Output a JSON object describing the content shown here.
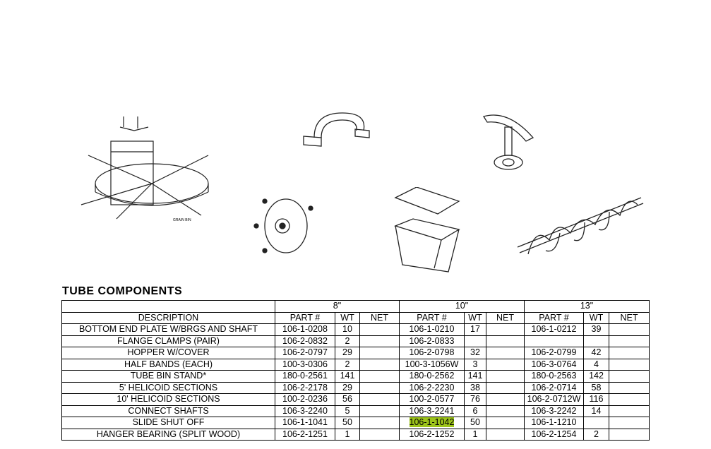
{
  "title": "TUBE COMPONENTS",
  "illustration_label": "GRAIN BIN",
  "highlight_color": "#9dc41a",
  "sizes": [
    "8\"",
    "10\"",
    "13\""
  ],
  "columns": {
    "description": "DESCRIPTION",
    "part": "PART #",
    "wt": "WT",
    "net": "NET"
  },
  "rows": [
    {
      "desc": "BOTTOM END PLATE W/BRGS AND SHAFT",
      "s8": {
        "part": "106-1-0208",
        "wt": "10"
      },
      "s10": {
        "part": "106-1-0210",
        "wt": "17"
      },
      "s13": {
        "part": "106-1-0212",
        "wt": "39"
      }
    },
    {
      "desc": "FLANGE CLAMPS (PAIR)",
      "s8": {
        "part": "106-2-0832",
        "wt": "2"
      },
      "s10": {
        "part": "106-2-0833",
        "wt": ""
      },
      "s13": {
        "part": "",
        "wt": ""
      }
    },
    {
      "desc": "HOPPER W/COVER",
      "s8": {
        "part": "106-2-0797",
        "wt": "29"
      },
      "s10": {
        "part": "106-2-0798",
        "wt": "32"
      },
      "s13": {
        "part": "106-2-0799",
        "wt": "42"
      }
    },
    {
      "desc": "HALF BANDS (EACH)",
      "s8": {
        "part": "100-3-0306",
        "wt": "2"
      },
      "s10": {
        "part": "100-3-1056W",
        "wt": "3"
      },
      "s13": {
        "part": "106-3-0764",
        "wt": "4"
      }
    },
    {
      "desc": "TUBE BIN STAND*",
      "s8": {
        "part": "180-0-2561",
        "wt": "141"
      },
      "s10": {
        "part": "180-0-2562",
        "wt": "141"
      },
      "s13": {
        "part": "180-0-2563",
        "wt": "142"
      }
    },
    {
      "desc": "5' HELICOID SECTIONS",
      "s8": {
        "part": "106-2-2178",
        "wt": "29"
      },
      "s10": {
        "part": "106-2-2230",
        "wt": "38"
      },
      "s13": {
        "part": "106-2-0714",
        "wt": "58"
      }
    },
    {
      "desc": "10' HELICOID SECTIONS",
      "s8": {
        "part": "100-2-0236",
        "wt": "56"
      },
      "s10": {
        "part": "100-2-0577",
        "wt": "76"
      },
      "s13": {
        "part": "106-2-0712W",
        "wt": "116"
      }
    },
    {
      "desc": "CONNECT SHAFTS",
      "s8": {
        "part": "106-3-2240",
        "wt": "5"
      },
      "s10": {
        "part": "106-3-2241",
        "wt": "6"
      },
      "s13": {
        "part": "106-3-2242",
        "wt": "14"
      }
    },
    {
      "desc": "SLIDE SHUT OFF",
      "s8": {
        "part": "106-1-1041",
        "wt": "50"
      },
      "s10": {
        "part": "106-1-1042",
        "wt": "50",
        "highlight": true
      },
      "s13": {
        "part": "106-1-1210",
        "wt": ""
      }
    },
    {
      "desc": "HANGER BEARING (SPLIT WOOD)",
      "s8": {
        "part": "106-2-1251",
        "wt": "1"
      },
      "s10": {
        "part": "106-2-1252",
        "wt": "1"
      },
      "s13": {
        "part": "106-2-1254",
        "wt": "2"
      }
    }
  ]
}
